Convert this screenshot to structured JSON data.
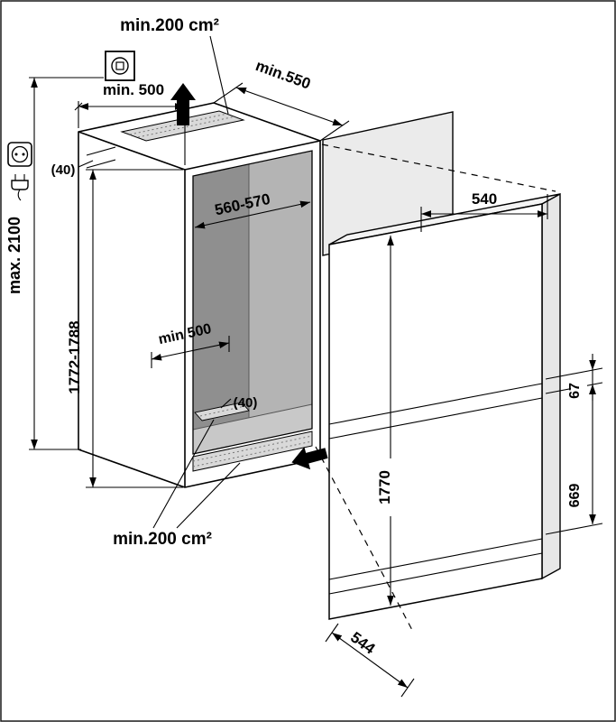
{
  "meta": {
    "description": "Built-in fridge-freezer installation dimension diagram",
    "canvas_width": "683",
    "canvas_height": "800"
  },
  "labels": {
    "vent_top_area": "min.200 cm²",
    "clearance_top_width": "min. 500",
    "niche_depth_top": "min.550",
    "recess_top": "(40)",
    "max_overall_height": "max. 2100",
    "niche_height": "1772-1788",
    "niche_width": "560-570",
    "floor_min_depth": "min 500",
    "recess_floor": "(40)",
    "vent_bottom_area": "min.200 cm²",
    "appliance_top_width": "540",
    "hinge_gap_height": "67",
    "appliance_height": "1770",
    "lower_section_height": "669",
    "appliance_depth": "544"
  },
  "icons": {
    "junction_box": "junction-box-icon",
    "socket": "power-socket-icon",
    "plug": "power-plug-icon",
    "airflow_up": "airflow-up-arrow-icon",
    "airflow_intake": "airflow-intake-arrow-icon"
  },
  "colors": {
    "outline": "#000000",
    "interior_back": "#8f8f8f",
    "interior_side": "#b4b4b4",
    "interior_floor": "#c8c8c8",
    "vent": "#d9d9d9",
    "panel": "#ebebeb",
    "fridge_top": "#f4f4f4",
    "fridge_side": "#e7e7e7"
  }
}
